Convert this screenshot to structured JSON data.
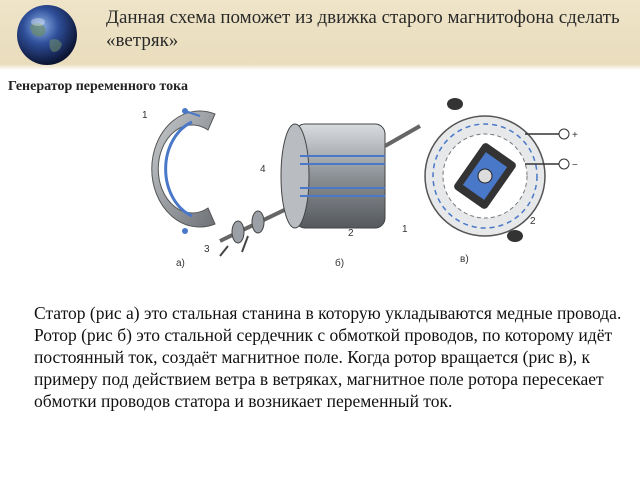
{
  "header": {
    "title": "Данная схема поможет из движка старого магнитофона сделать «ветряк»"
  },
  "figure": {
    "caption": "Генератор переменного тока",
    "panel_labels": [
      "а)",
      "б)",
      "в)"
    ],
    "callouts": [
      "1",
      "2",
      "3",
      "4"
    ],
    "terminal_signs": [
      "+",
      "−"
    ]
  },
  "body": {
    "text": "Статор (рис а) это стальная станина в которую укладываются медные провода. Ротор (рис б) это стальной сердечник с обмоткой проводов, по которому идёт постоянный ток, создаёт магнитное поле. Когда ротор вращается (рис в), к примеру под действием ветра в ветряках, магнитное поле ротора пересекает обмотки проводов статора и возникает переменный ток."
  },
  "colors": {
    "header_band": "#ebdfc2",
    "winding_blue": "#4a78c8",
    "metal_gray": "#9aa0a6"
  }
}
